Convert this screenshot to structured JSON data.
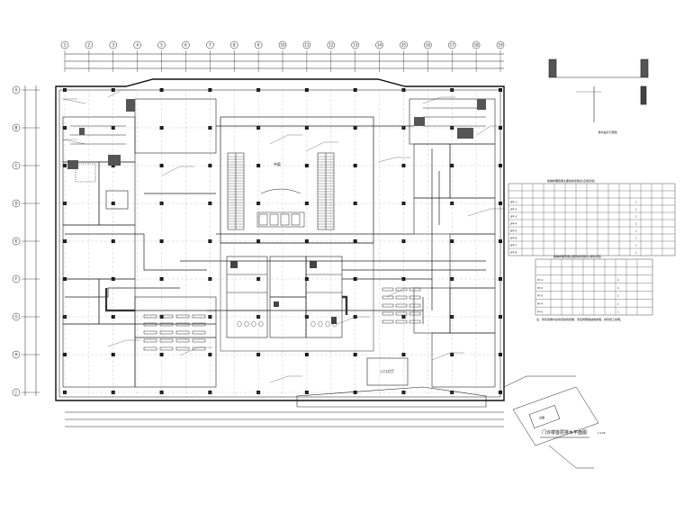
{
  "legend": {
    "title": "排水設計示意图"
  },
  "axes": {
    "top_labels": [
      "1",
      "2",
      "3",
      "4",
      "5",
      "6",
      "7",
      "8",
      "9",
      "10",
      "11",
      "12",
      "13",
      "14",
      "15",
      "16",
      "17",
      "18",
      "19"
    ],
    "left_labels": [
      "A",
      "B",
      "C",
      "D",
      "E",
      "F",
      "G",
      "H",
      "J"
    ]
  },
  "tables": {
    "table1": {
      "title": "各種排煙風機主要技術參數表(空調系統)",
      "rows": [
        [
          "JPF-1",
          "1"
        ],
        [
          "JPF-2",
          "1"
        ],
        [
          "JPF-3",
          "1"
        ],
        [
          "JPF-4",
          "1"
        ],
        [
          "JPF-5",
          "1"
        ],
        [
          "JPF-6",
          "1"
        ],
        [
          "JPF-7",
          "1"
        ],
        [
          "JPF-8",
          "1"
        ]
      ]
    },
    "table2": {
      "title": "各種排煙風機主要技術參數表(消防系統)",
      "rows": [
        [
          "PY-1",
          "1"
        ],
        [
          "PY-2",
          "1"
        ],
        [
          "PY-3",
          "1"
        ],
        [
          "PY-4",
          "1"
        ],
        [
          "PY-5",
          "1"
        ]
      ],
      "note": "注：所有風機均採用低噪聲風機，安裝時應做減振處理，詳見施工說明。"
    }
  },
  "plan": {
    "title": "门诊楼首层排水平面图",
    "scale": "1:100",
    "center_label": "中庭",
    "right_label": "入口大厅",
    "key_plan_label": "总图"
  }
}
